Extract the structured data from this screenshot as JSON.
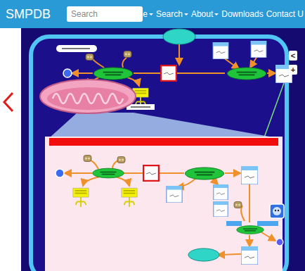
{
  "diagram": {
    "labels": [
      "SMPDB",
      "Search",
      "Browse",
      "Search",
      "About",
      "Downloads",
      "Contact U",
      "<",
      "+"
    ]
  }
}
